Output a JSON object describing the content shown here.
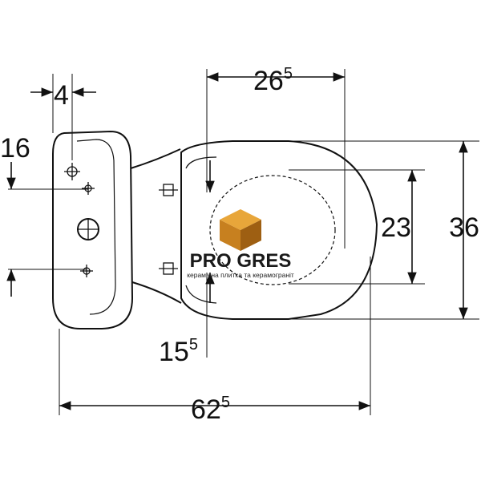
{
  "dimensions": {
    "overall_length": {
      "main": "62",
      "sup": "5"
    },
    "seat_width": {
      "main": "26",
      "sup": "5"
    },
    "tank_offset": {
      "main": "4"
    },
    "bolt_offset_top": {
      "main": "16"
    },
    "bowl_inner_width": {
      "main": "23"
    },
    "bowl_outer_width": {
      "main": "36"
    },
    "hinge_offset": {
      "main": "15",
      "sup": "5"
    }
  },
  "watermark": {
    "brand": "PRO GRES",
    "tagline": "керамічна плитка та керамограніт",
    "colors": {
      "top": "#e8a63a",
      "left": "#c7801f",
      "right": "#9e5f12"
    }
  }
}
